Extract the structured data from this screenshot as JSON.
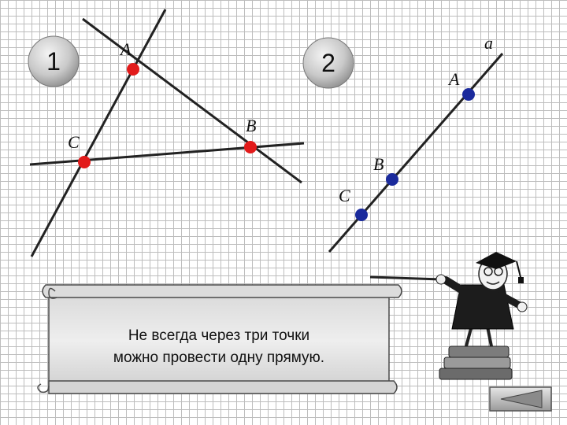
{
  "figure1": {
    "badge": "1",
    "points": [
      {
        "label": "A",
        "color": "#e21b1b"
      },
      {
        "label": "B",
        "color": "#e21b1b"
      },
      {
        "label": "C",
        "color": "#e21b1b"
      }
    ]
  },
  "figure2": {
    "badge": "2",
    "line_label": "a",
    "points": [
      {
        "label": "A",
        "color": "#1a2a9c"
      },
      {
        "label": "B",
        "color": "#1a2a9c"
      },
      {
        "label": "C",
        "color": "#1a2a9c"
      }
    ]
  },
  "scroll": {
    "line1": "Не всегда через три точки",
    "line2": "можно провести одну прямую."
  },
  "nav": {
    "back_icon": "back-triangle-icon"
  }
}
